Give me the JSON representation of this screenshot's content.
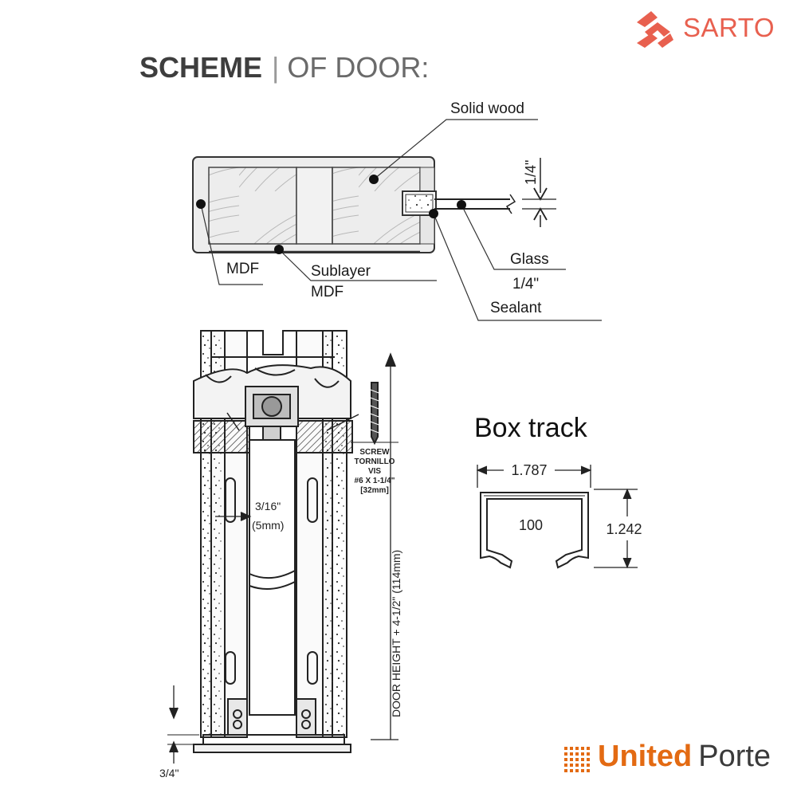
{
  "logo": {
    "text": "SARTO",
    "color": "#e8604f"
  },
  "title": {
    "bold": "SCHEME",
    "separator": "|",
    "rest": "OF DOOR:"
  },
  "section": {
    "labels": {
      "solid_wood": "Solid wood",
      "mdf_left": "MDF",
      "sublayer": "Sublayer",
      "sublayer_mdf": "MDF",
      "glass": "Glass",
      "glass_thickness": "1/4\"",
      "sealant": "Sealant",
      "glass_dim": "1/4\""
    }
  },
  "hardware": {
    "screw_lines": [
      "SCREW",
      "TORNILLO",
      "VIS",
      "#6 X 1-1/4\"",
      "[32mm]"
    ],
    "gap_dim": "3/16\"",
    "gap_dim_mm": "(5mm)",
    "height_note": "DOOR HEIGHT + 4-1/2\" (114mm)",
    "floor_clearance": "3/4\""
  },
  "box_track": {
    "title": "Box track",
    "width": "1.787",
    "height": "1.242",
    "model": "100"
  },
  "brand": {
    "bold": "United",
    "rest": "Porte",
    "accent": "#e36a12"
  }
}
